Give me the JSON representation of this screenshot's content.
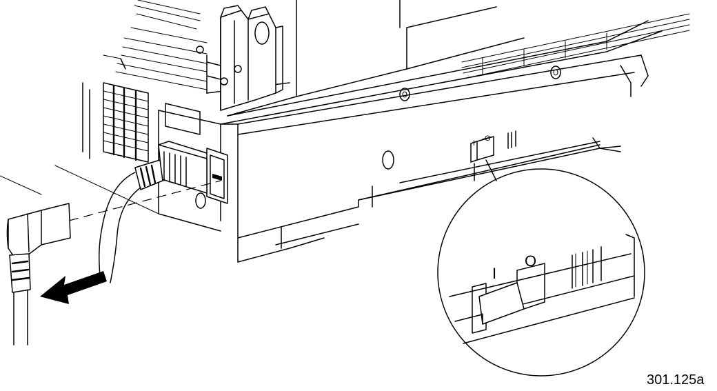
{
  "figure": {
    "id_label": "301.125a",
    "switch_on_symbol": "I",
    "switch_off_symbol": "O"
  }
}
